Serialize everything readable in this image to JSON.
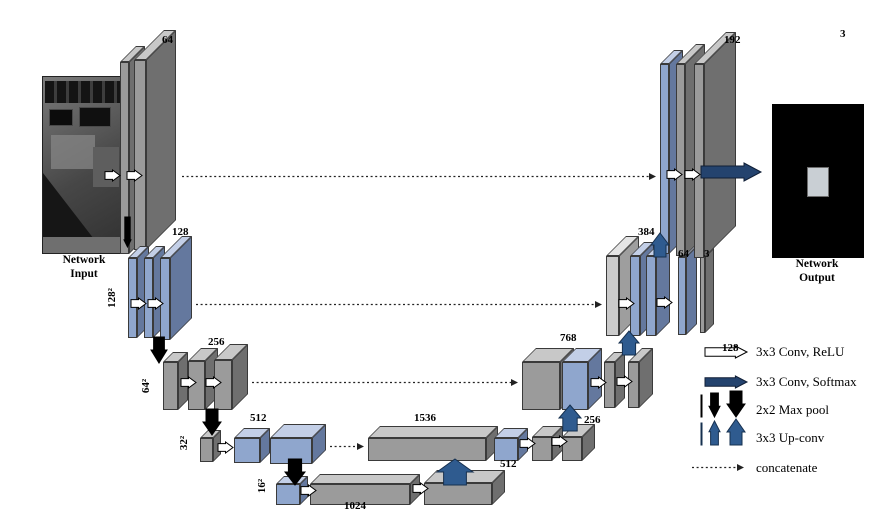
{
  "input": {
    "caption": "Network Input"
  },
  "output": {
    "caption": "Network Output"
  },
  "channel_labels": {
    "enc1": "64",
    "enc2": "128",
    "enc3": "256",
    "enc4": "512",
    "bottleneck": "1024",
    "dec4_concat": "1536",
    "dec4": "512",
    "dec4_out": "256",
    "dec3_concat": "768",
    "dec2_concat": "384",
    "dec2_a": "64",
    "dec2_b": "3",
    "dec2_out": "128",
    "dec1_concat": "192",
    "out_ch": "3"
  },
  "resolution_labels": {
    "r128": "128²",
    "r64": "64²",
    "r32": "32²",
    "r16": "16²"
  },
  "legend": {
    "conv_relu": "3x3 Conv, ReLU",
    "conv_softmax": "3x3 Conv, Softmax",
    "maxpool": "2x2 Max pool",
    "upconv": "3x3 Up-conv",
    "concatenate": "concatenate"
  },
  "colors": {
    "block_gray": "#9b9b9b",
    "block_blue": "#8fa6cd",
    "block_silver": "#cbcbcb",
    "arrow_white": "#ffffff",
    "arrow_softmax_navy": "#24436e",
    "arrow_maxpool_black": "#000000",
    "arrow_upconv_blue": "#2f5b8f"
  }
}
